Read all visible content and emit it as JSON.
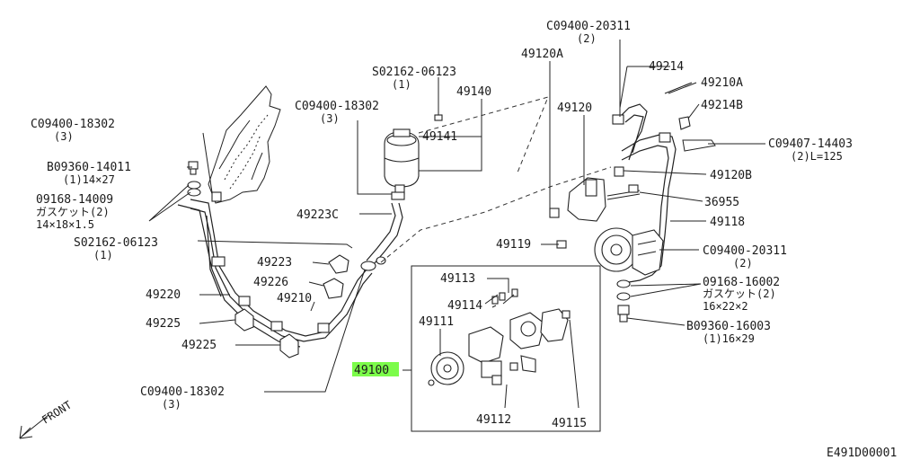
{
  "callouts": {
    "c_0940020311_top": "C09400-20311",
    "c_0940020311_top_qty": "(2)",
    "c_49120a": "49120A",
    "c_49214": "49214",
    "c_49210a": "49210A",
    "c_49214b": "49214B",
    "c_0940714403": "C09407-14403",
    "c_0940714403_sub": "(2)L=125",
    "c_49120b": "49120B",
    "c_36955": "36955",
    "c_49118": "49118",
    "c_0940020311_mid": "C09400-20311",
    "c_0940020311_mid_qty": "(2)",
    "c_0916816002": "09168-16002",
    "c_0916816002_sub1": "ガスケット(2)",
    "c_0916816002_sub2": "16×22×2",
    "c_0936016003": "B09360-16003",
    "c_0936016003_sub": "(1)16×29",
    "c_49120": "49120",
    "c_49119": "49119",
    "c_0216206123_top": "S02162-06123",
    "c_0216206123_top_qty": "(1)",
    "c_49140": "49140",
    "c_0940018302_mid": "C09400-18302",
    "c_0940018302_mid_qty": "(3)",
    "c_49141": "49141",
    "c_49223c": "49223C",
    "c_0940018302_left": "C09400-18302",
    "c_0940018302_left_qty": "(3)",
    "c_0936014011": "B09360-14011",
    "c_0936014011_sub": "(1)14×27",
    "c_0916814009": "09168-14009",
    "c_0916814009_sub1": "ガスケット(2)",
    "c_0916814009_sub2": "14×18×1.5",
    "c_0216206123_left": "S02162-06123",
    "c_0216206123_left_qty": "(1)",
    "c_49223": "49223",
    "c_49226": "49226",
    "c_49220": "49220",
    "c_49210": "49210",
    "c_49225_a": "49225",
    "c_49225_b": "49225",
    "c_0940018302_bottom": "C09400-18302",
    "c_0940018302_bottom_qty": "(3)",
    "c_49113": "49113",
    "c_49114": "49114",
    "c_49111": "49111",
    "c_49100": "49100",
    "c_49112": "49112",
    "c_49115": "49115"
  },
  "front_label": "FRONT",
  "figure_code": "E491D00001",
  "highlight_color": "#7cfc4a"
}
